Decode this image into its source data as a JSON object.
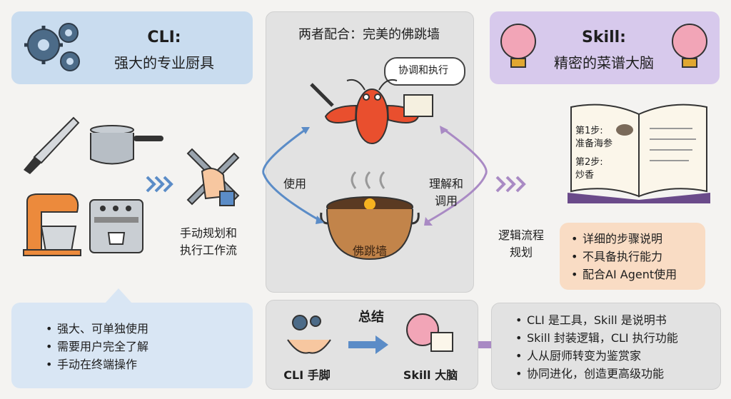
{
  "cli_panel": {
    "title_line1": "CLI:",
    "title_line2": "强大的专业厨具"
  },
  "cli_process_label_line1": "手动规划和",
  "cli_process_label_line2": "执行工作流",
  "cli_bullets": [
    "强大、可单独使用",
    "需要用户完全了解",
    "手动在终端操作"
  ],
  "center_panel": {
    "title": "两者配合：完美的佛跳墙",
    "thought_bubble": "协调和执行",
    "left_arrow_label": "使用",
    "right_arrow_label_line1": "理解和",
    "right_arrow_label_line2": "调用",
    "pot_label": "佛跳墙"
  },
  "skill_panel": {
    "title_line1": "Skill:",
    "title_line2": "精密的菜谱大脑"
  },
  "recipe_book": {
    "step1_line1": "第1步:",
    "step1_line2": "准备海参",
    "step2_line1": "第2步:",
    "step2_line2": "炒香"
  },
  "skill_process_label_line1": "逻辑流程",
  "skill_process_label_line2": "规划",
  "skill_bullets": [
    "详细的步骤说明",
    "不具备执行能力",
    "配合AI Agent使用"
  ],
  "summary": {
    "title": "总结",
    "cli_label": "CLI 手脚",
    "skill_label": "Skill 大脑"
  },
  "conclusion_bullets": [
    "CLI 是工具，Skill 是说明书",
    "Skill 封装逻辑，CLI 执行功能",
    "人从厨师转变为鉴赏家",
    "协同进化，创造更高级功能"
  ],
  "colors": {
    "cli_blue": "#c9dcef",
    "skill_purple": "#d7c9ec",
    "skill_peach": "#f9dcc4",
    "arrow_blue": "#5b8cc7",
    "arrow_purple": "#a98ac4"
  }
}
